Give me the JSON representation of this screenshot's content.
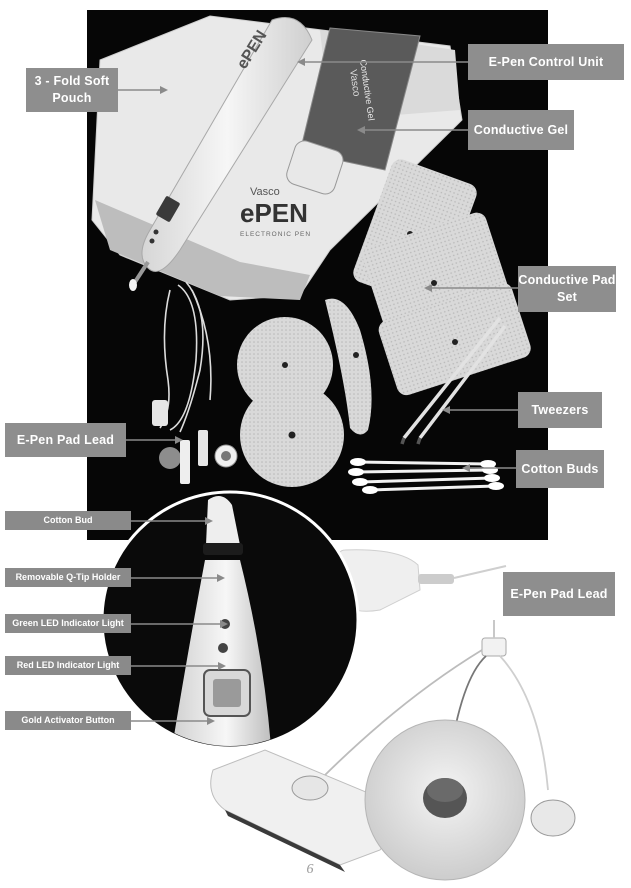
{
  "labels": {
    "pouch": "3 - Fold Soft Pouch",
    "control_unit": "E-Pen Control Unit",
    "gel": "Conductive Gel",
    "pad_set": "Conductive Pad Set",
    "tweezers": "Tweezers",
    "pad_lead_top": "E-Pen Pad Lead",
    "cotton_buds": "Cotton Buds",
    "cotton_bud": "Cotton Bud",
    "qtip_holder": "Removable Q-Tip Holder",
    "green_led": "Green LED Indicator Light",
    "red_led": "Red LED Indicator Light",
    "gold_button": "Gold Activator Button",
    "pad_lead_bottom": "E-Pen Pad Lead"
  },
  "pen_logo": {
    "brand": "Vasco",
    "name": "ePEN",
    "tagline": "ELECTRONIC PEN"
  },
  "gel_tube": {
    "brand": "Vasco",
    "name": "Conductive Gel"
  },
  "page_number": "6"
}
